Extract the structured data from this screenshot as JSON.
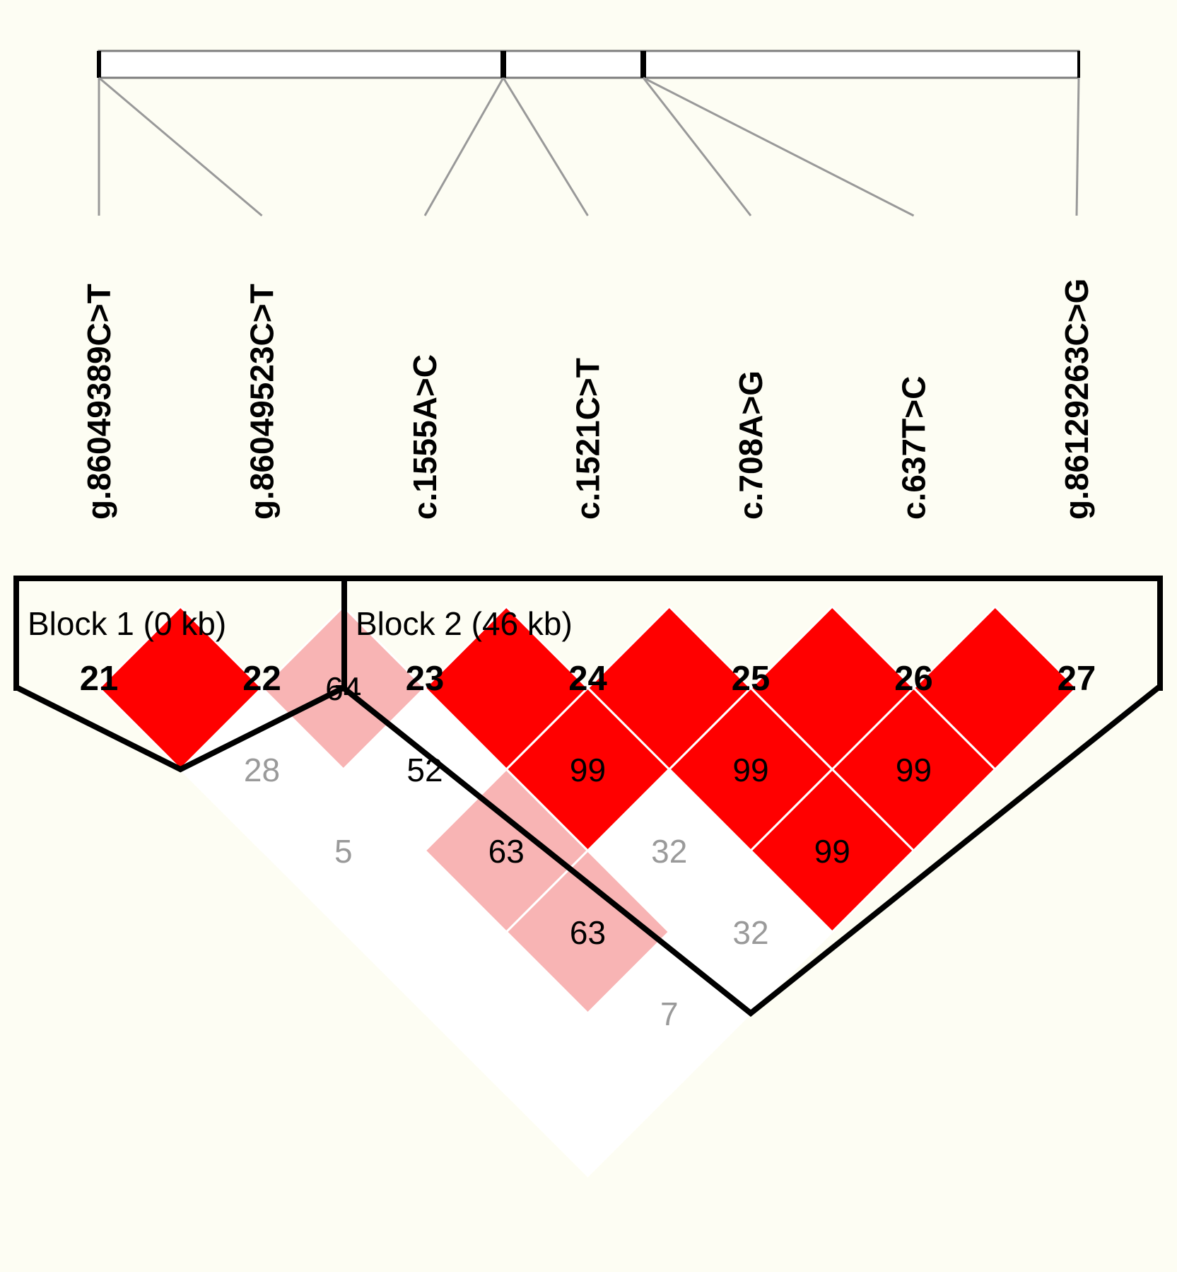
{
  "chromosome_bar": {
    "segment_count": 3
  },
  "markers": [
    {
      "id": 21,
      "label": "g.86049389C>T"
    },
    {
      "id": 22,
      "label": "g.86049523C>T"
    },
    {
      "id": 23,
      "label": "c.1555A>C"
    },
    {
      "id": 24,
      "label": "c.1521C>T"
    },
    {
      "id": 25,
      "label": "c.708A>G"
    },
    {
      "id": 26,
      "label": "c.637T>C"
    },
    {
      "id": 27,
      "label": "g.86129263C>G"
    }
  ],
  "blocks": [
    {
      "title": "Block 1 (0 kb)",
      "first_marker": 21,
      "last_marker": 22
    },
    {
      "title": "Block 2 (46 kb)",
      "first_marker": 23,
      "last_marker": 27
    }
  ],
  "chart_data": {
    "type": "heatmap",
    "measure": "D'",
    "markers": [
      21,
      22,
      23,
      24,
      25,
      26,
      27
    ],
    "cells": [
      {
        "pair": [
          21,
          22
        ],
        "value": "",
        "color": "#ff0000"
      },
      {
        "pair": [
          21,
          23
        ],
        "value": "28",
        "color": "#ffffff"
      },
      {
        "pair": [
          21,
          24
        ],
        "value": "5",
        "color": "#ffffff"
      },
      {
        "pair": [
          21,
          25
        ],
        "value": "",
        "color": "#ffffff"
      },
      {
        "pair": [
          21,
          26
        ],
        "value": "",
        "color": "#ffffff"
      },
      {
        "pair": [
          21,
          27
        ],
        "value": "",
        "color": "#ffffff"
      },
      {
        "pair": [
          22,
          23
        ],
        "value": "64",
        "color": "#f8b4b4"
      },
      {
        "pair": [
          22,
          24
        ],
        "value": "52",
        "color": "#ffffff"
      },
      {
        "pair": [
          22,
          25
        ],
        "value": "63",
        "color": "#f8b4b4"
      },
      {
        "pair": [
          22,
          26
        ],
        "value": "63",
        "color": "#f8b4b4"
      },
      {
        "pair": [
          22,
          27
        ],
        "value": "7",
        "color": "#ffffff"
      },
      {
        "pair": [
          23,
          24
        ],
        "value": "",
        "color": "#ff0000"
      },
      {
        "pair": [
          23,
          25
        ],
        "value": "99",
        "color": "#ff0000"
      },
      {
        "pair": [
          23,
          26
        ],
        "value": "32",
        "color": "#ffffff"
      },
      {
        "pair": [
          23,
          27
        ],
        "value": "32",
        "color": "#ffffff"
      },
      {
        "pair": [
          24,
          25
        ],
        "value": "",
        "color": "#ff0000"
      },
      {
        "pair": [
          24,
          26
        ],
        "value": "99",
        "color": "#ff0000"
      },
      {
        "pair": [
          24,
          27
        ],
        "value": "99",
        "color": "#ff0000"
      },
      {
        "pair": [
          25,
          26
        ],
        "value": "",
        "color": "#ff0000"
      },
      {
        "pair": [
          25,
          27
        ],
        "value": "99",
        "color": "#ff0000"
      },
      {
        "pair": [
          26,
          27
        ],
        "value": "",
        "color": "#ff0000"
      },
      {
        "pair": [
          23,
          27
        ],
        "value": "",
        "color": "#ff0000",
        "note": ""
      }
    ]
  }
}
